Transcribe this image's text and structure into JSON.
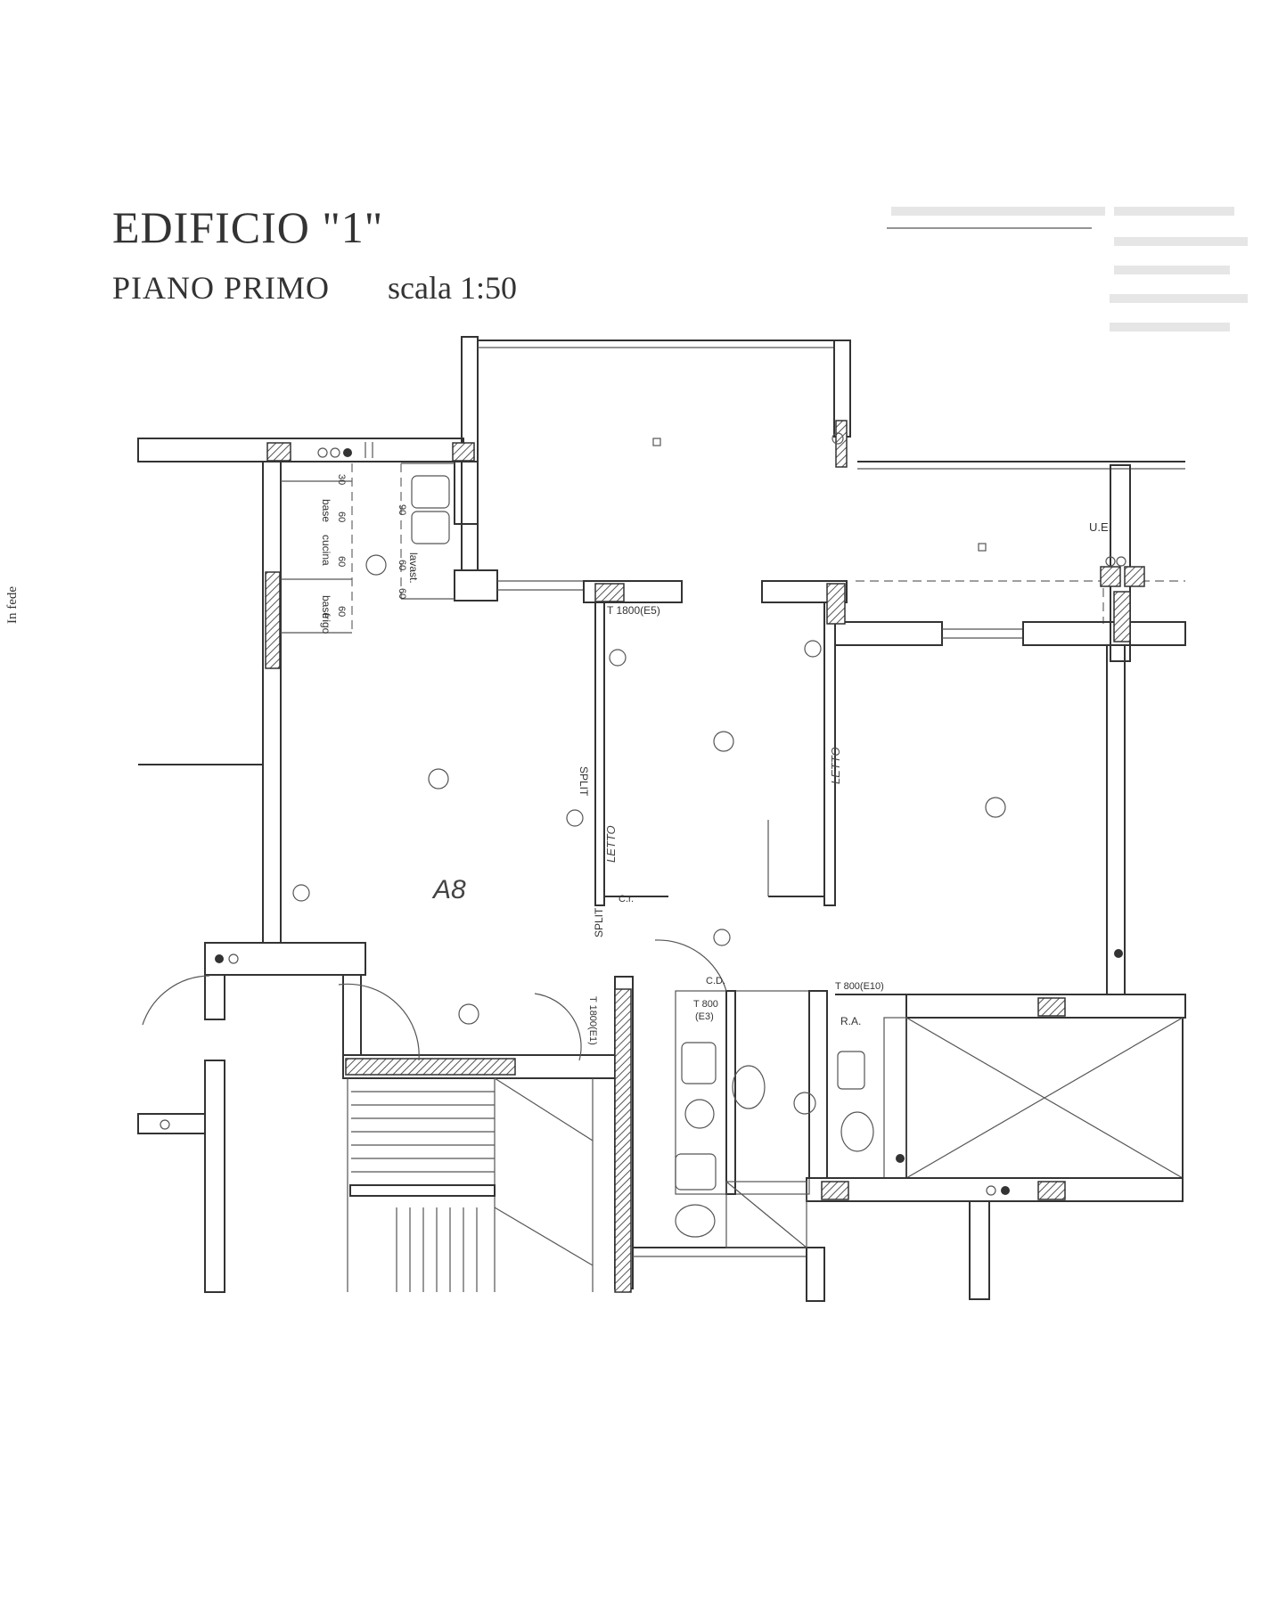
{
  "header": {
    "building": "EDIFICIO \"1\"",
    "floor": "PIANO PRIMO",
    "scale": "scala 1:50"
  },
  "side_note": "In fede",
  "labels": {
    "ue": "U.E.",
    "t1800": "T 1800(E5)",
    "split": "SPLIT",
    "split2": "SPLIT",
    "letto1": "LETTO",
    "letto2": "LETTO",
    "cr": "C.r.",
    "cd": "C.D.",
    "t800e3": "T 800",
    "e3": "(E3)",
    "t1800e1": "T 1800(E1)",
    "t800e10": "T 800(E10)",
    "ra": "R.A.",
    "base1": "base",
    "cucina": "cucina",
    "base2": "base",
    "frigo": "frigo",
    "lavast": "lavast.",
    "d30": "30",
    "d60a": "60",
    "d60b": "60",
    "d60c": "60",
    "d90": "90",
    "d60d": "60",
    "d60e": "60",
    "zone": "A8"
  },
  "colors": {
    "line": "#333333",
    "hatch": "#555555"
  }
}
